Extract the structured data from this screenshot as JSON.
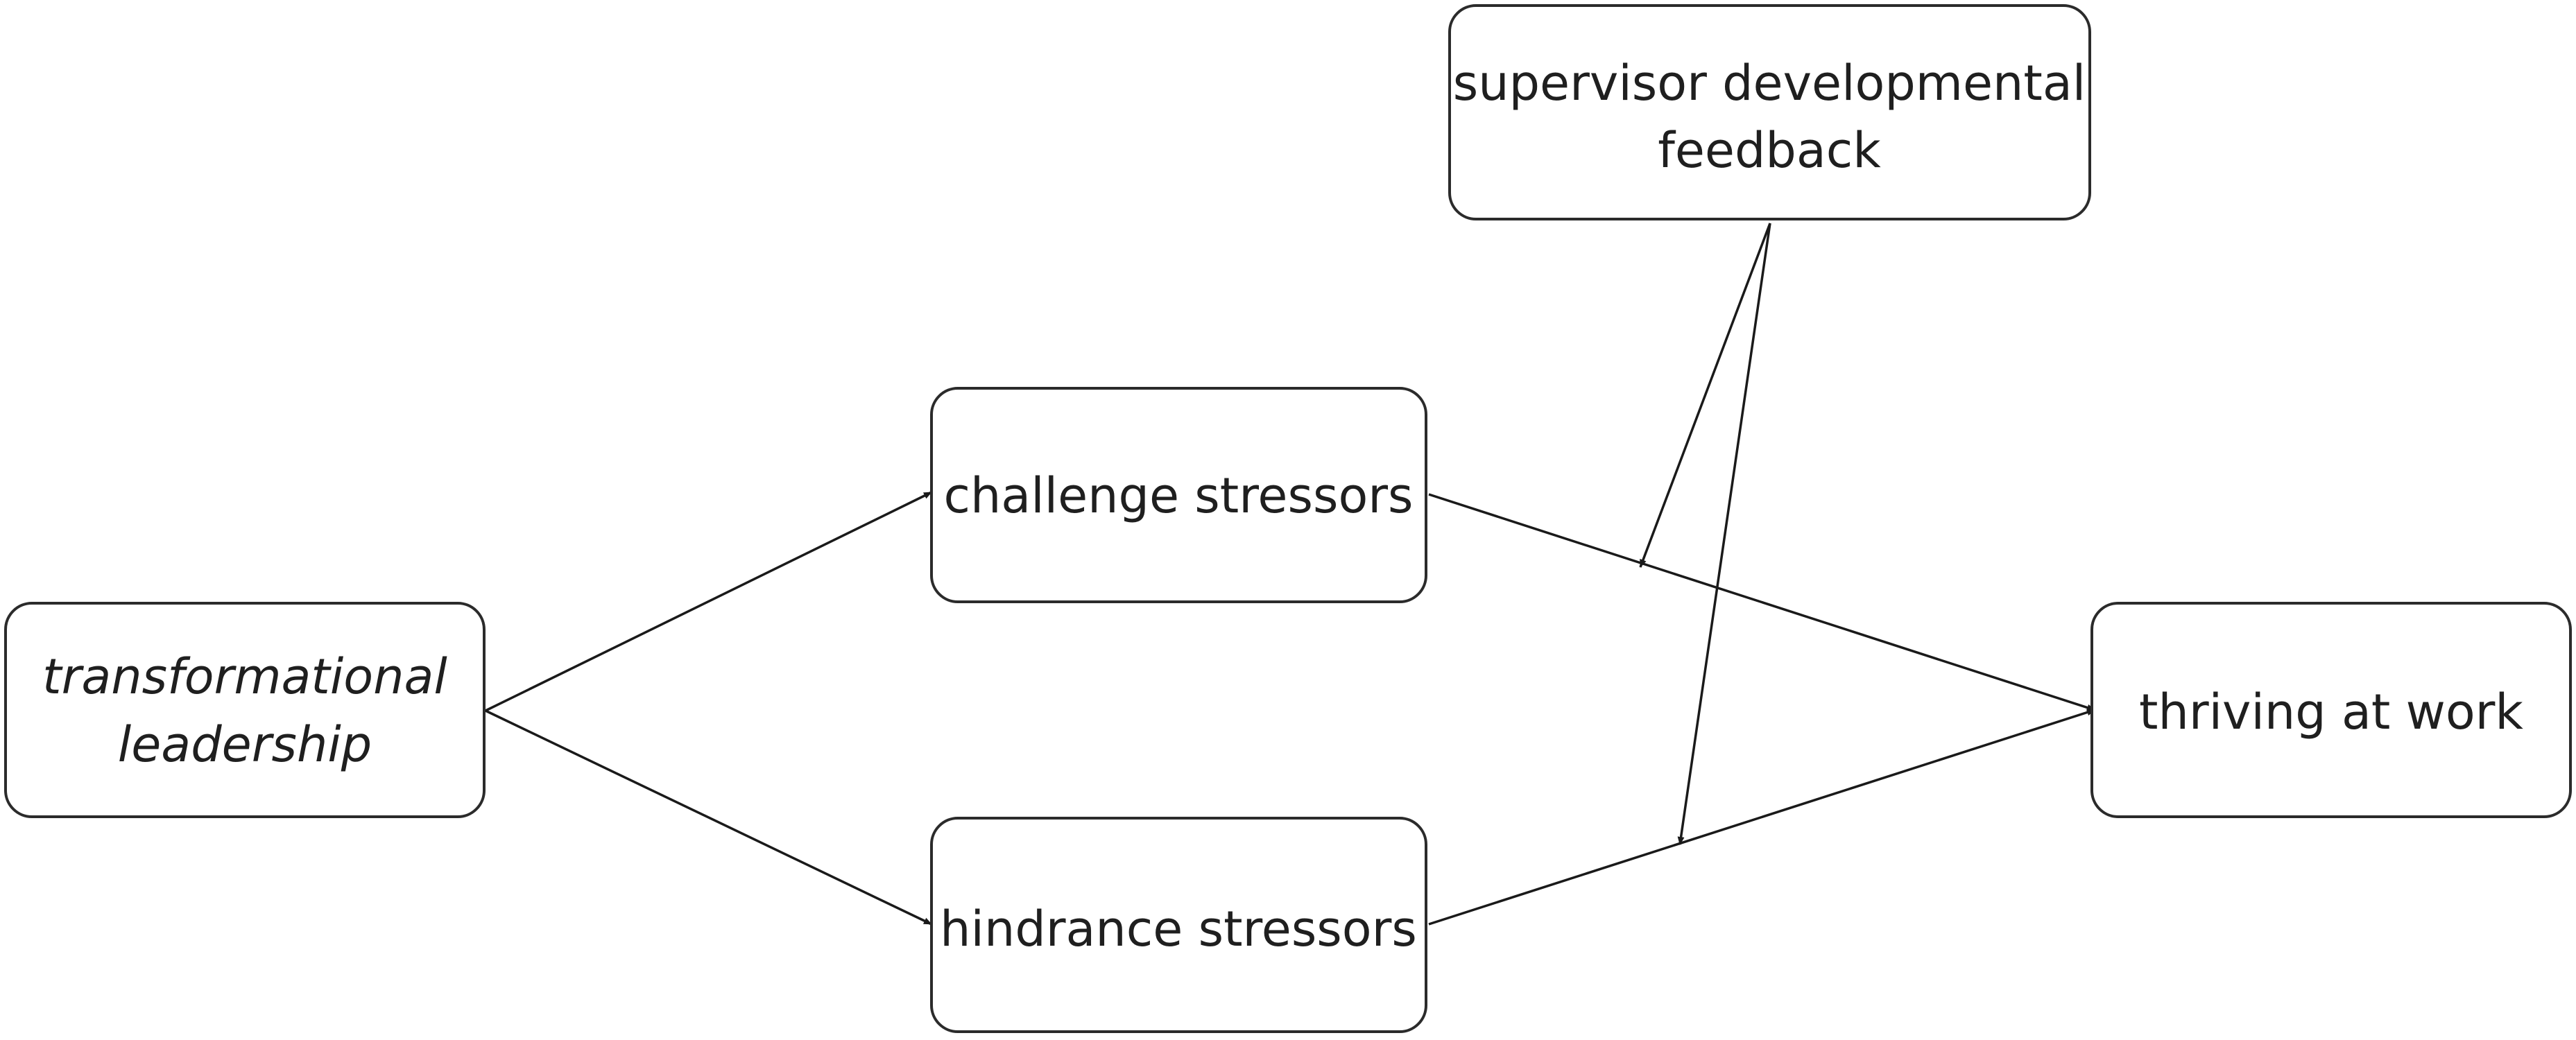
{
  "nodes": {
    "transformational_leadership": {
      "line1": "transformational",
      "line2": "leadership"
    },
    "challenge_stressors": {
      "label": "challenge stressors"
    },
    "hindrance_stressors": {
      "label": "hindrance stressors"
    },
    "supervisor_feedback": {
      "line1": "supervisor developmental",
      "line2": "feedback"
    },
    "thriving_at_work": {
      "label": "thriving at work"
    }
  },
  "colors": {
    "stroke": "#2b2b2b",
    "text": "#1f1f1f",
    "background": "#ffffff"
  }
}
